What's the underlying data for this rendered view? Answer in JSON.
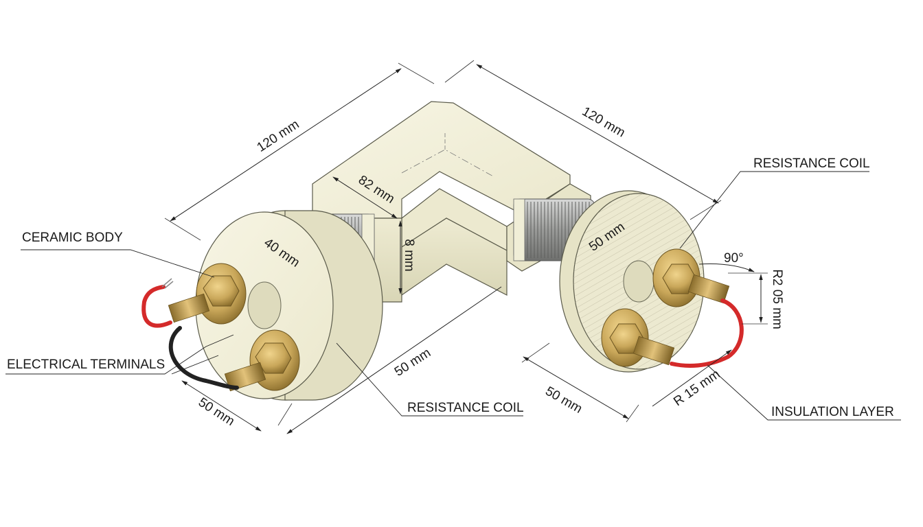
{
  "dimensions": {
    "top_left_length": "120 mm",
    "top_right_length": "120 mm",
    "inner_width": "82 mm",
    "height_small": "8 mm",
    "left_flange_diameter": "40 mm",
    "right_flange_diameter": "50 mm",
    "bottom_length": "50 mm",
    "left_bottom": "50 mm",
    "right_bottom": "50 mm",
    "angle": "90°",
    "radius_vertical": "R2 05 mm",
    "radius_bottom": "R 15 mm"
  },
  "labels": {
    "ceramic_body": "CERAMIC BODY",
    "electrical_terminals": "ELECTRICAL TERMINALS",
    "resistance_coil_top": "RESISTANCE COIL",
    "resistance_coil_bottom": "RESISTANCE COIL",
    "insulation_layer": "INSULATION LAYER"
  },
  "colors": {
    "ceramic": "#f3f1dc",
    "ceramic_shade": "#e4e1c4",
    "brass": "#c9a75a",
    "brass_dark": "#8a6d2c",
    "coil": "#a9aaa8",
    "wire_red": "#d42a2a",
    "wire_black": "#222222"
  }
}
